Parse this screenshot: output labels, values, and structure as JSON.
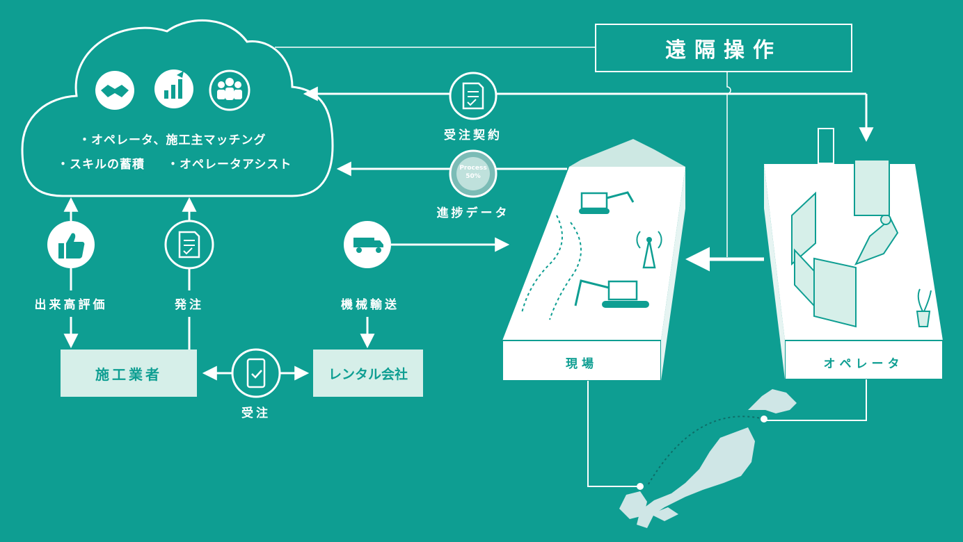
{
  "title": "遠隔操作",
  "cloud": {
    "icons": [
      "handshake-icon",
      "growth-chart-icon",
      "group-icon"
    ],
    "bullets": [
      "・オペレータ、施工主マッチング",
      "・スキルの蓄積",
      "・オペレータアシスト"
    ]
  },
  "flows": {
    "contract": "受注契約",
    "progress_data": "進捗データ",
    "progress_badge_line1": "Process",
    "progress_badge_line2": "50%",
    "evaluation": "出来高評価",
    "order": "発注",
    "transport": "機械輸送",
    "receive_order": "受注"
  },
  "entities": {
    "contractor": "施工業者",
    "rental": "レンタル会社",
    "site": "現場",
    "operator": "オペレータ"
  },
  "colors": {
    "background": "#0e9e92",
    "line": "#ffffff",
    "box_fill": "#d6efe9",
    "map": "#cfe6e6"
  }
}
